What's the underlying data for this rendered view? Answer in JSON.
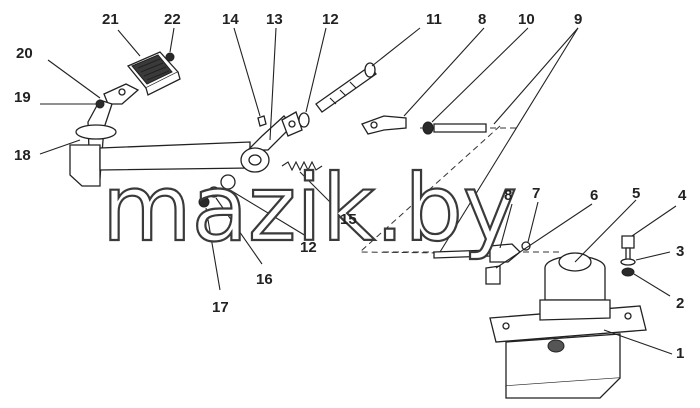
{
  "watermark": "mazik.by",
  "callouts": [
    "21",
    "22",
    "14",
    "13",
    "12",
    "11",
    "8",
    "10",
    "9",
    "20",
    "19",
    "18",
    "15",
    "12",
    "16",
    "17",
    "8",
    "7",
    "6",
    "5",
    "4",
    "3",
    "2",
    "1"
  ]
}
